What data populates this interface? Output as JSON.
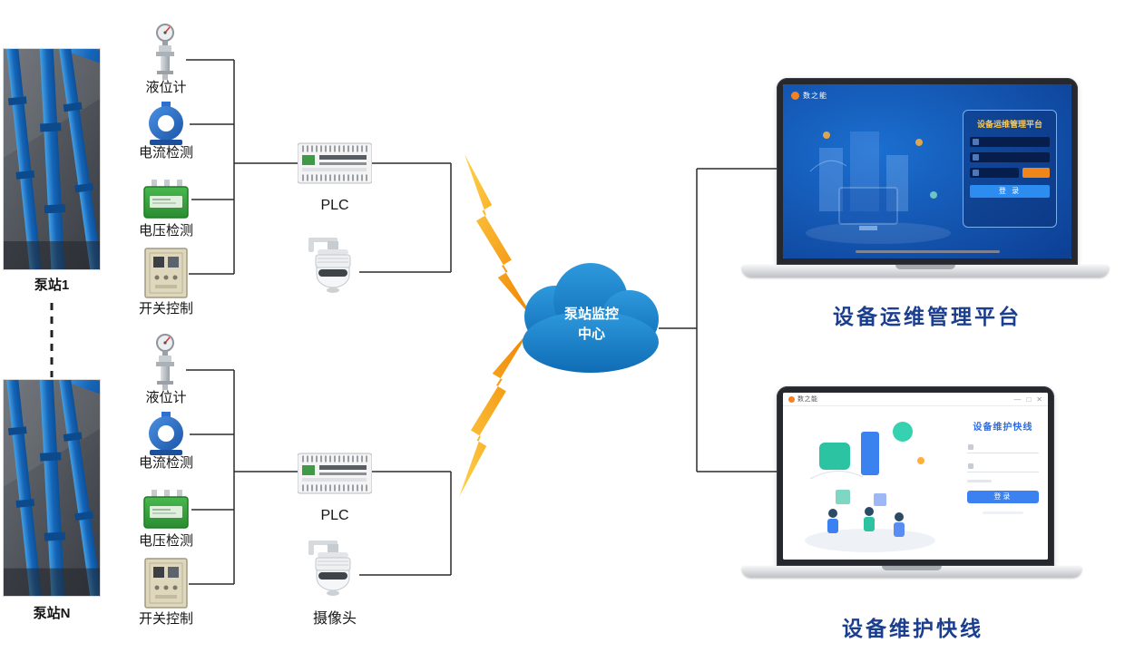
{
  "stations": {
    "station1": "泵站1",
    "stationN": "泵站N"
  },
  "sensors": {
    "level": "液位计",
    "current": "电流检测",
    "voltage": "电压检测",
    "switch": "开关控制"
  },
  "devices": {
    "plc": "PLC",
    "camera": "摄像头"
  },
  "cloud": {
    "line1": "泵站监控",
    "line2": "中心"
  },
  "laptop_top": {
    "caption": "设备运维管理平台",
    "brand": "数之能",
    "login_title": "设备运维管理平台",
    "login_button": "登 录"
  },
  "laptop_bottom": {
    "caption": "设备维护快线",
    "brand": "数之能",
    "login_title": "设备维护快线",
    "login_button": "登录",
    "window_controls": {
      "min": "—",
      "max": "□",
      "close": "✕"
    }
  },
  "colors": {
    "cloud_blue": "#1d86cd",
    "bolt_orange": "#f08200",
    "caption_blue": "#1b3f8e",
    "button_blue": "#2d8cf0",
    "pipe_blue": "#1565b8",
    "panel_teal": "#2cc3a3"
  }
}
